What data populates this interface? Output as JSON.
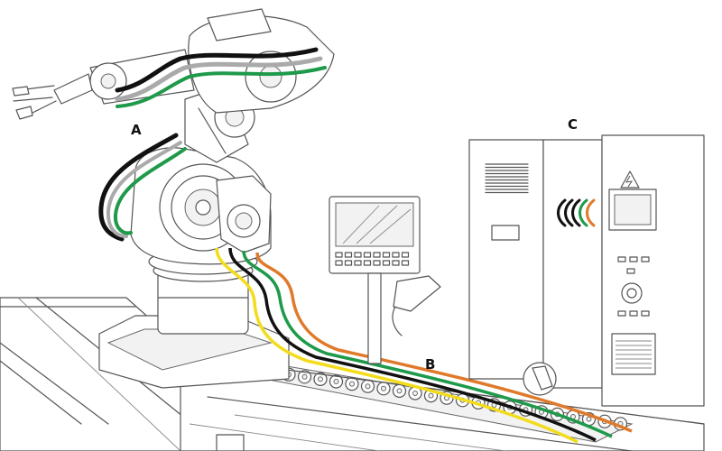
{
  "labels": {
    "a": "A",
    "b": "B",
    "c": "C"
  },
  "colors": {
    "black": "#111111",
    "green": "#1e9a4a",
    "yellow": "#f2dc1c",
    "orange": "#e07a2b",
    "gray": "#aaaaaa",
    "outline": "#555555"
  },
  "icons": {
    "cabinet_warning": "high-voltage-icon",
    "cable_symbol": "cable-arcs-icon",
    "handheld": "teach-pendant-icon"
  }
}
